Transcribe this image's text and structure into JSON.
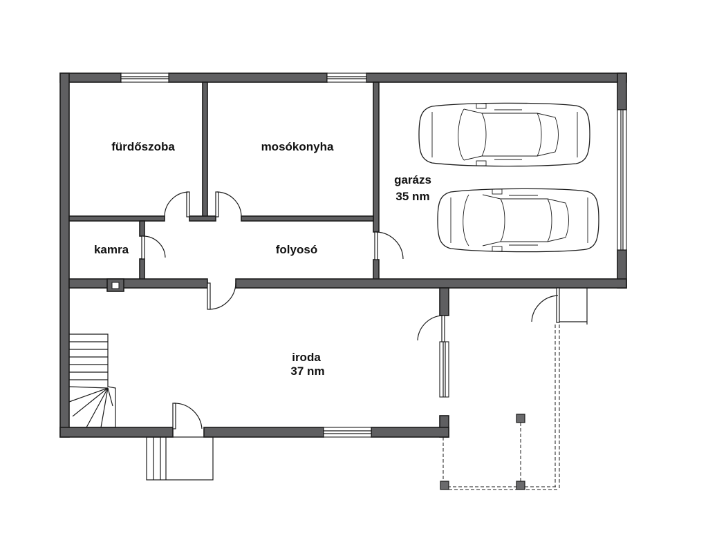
{
  "rooms": {
    "bathroom": {
      "name": "fürdőszoba"
    },
    "laundry": {
      "name": "mosókonyha"
    },
    "garage": {
      "name": "garázs",
      "area": "35 nm"
    },
    "pantry": {
      "name": "kamra"
    },
    "hallway": {
      "name": "folyosó"
    },
    "office": {
      "name": "iroda",
      "area": "37 nm"
    }
  },
  "colors": {
    "wall_fill": "#5f5f61",
    "line": "#1a1a1a",
    "background": "#ffffff"
  }
}
